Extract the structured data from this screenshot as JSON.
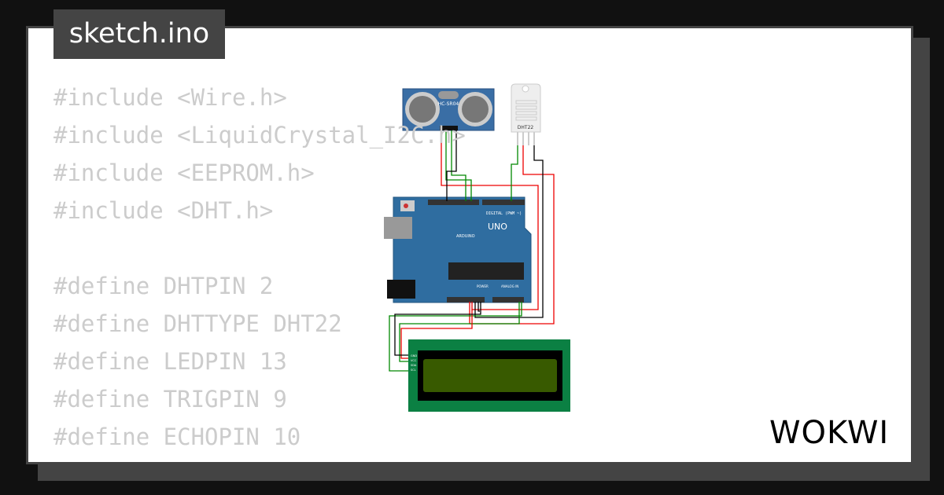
{
  "title": "sketch.ino",
  "code_lines": [
    "#include <Wire.h>",
    "#include <LiquidCrystal_I2C.h>",
    "#include <EEPROM.h>",
    "#include <DHT.h>",
    "",
    "#define DHTPIN 2",
    "#define DHTTYPE DHT22",
    "#define LEDPIN 13",
    "#define TRIGPIN 9",
    "#define ECHOPIN 10"
  ],
  "circuit": {
    "ultrasonic_label": "HC-SR04",
    "dht_label": "DHT22",
    "board_label": "UNO",
    "board_brand": "ARDUINO",
    "digital_label": "DIGITAL (PWM ~)",
    "power_label": "POWER",
    "analog_label": "ANALOG IN",
    "lcd_pins": [
      "GND",
      "VCC",
      "SDA",
      "SCL"
    ]
  },
  "brand": "WOKWI"
}
